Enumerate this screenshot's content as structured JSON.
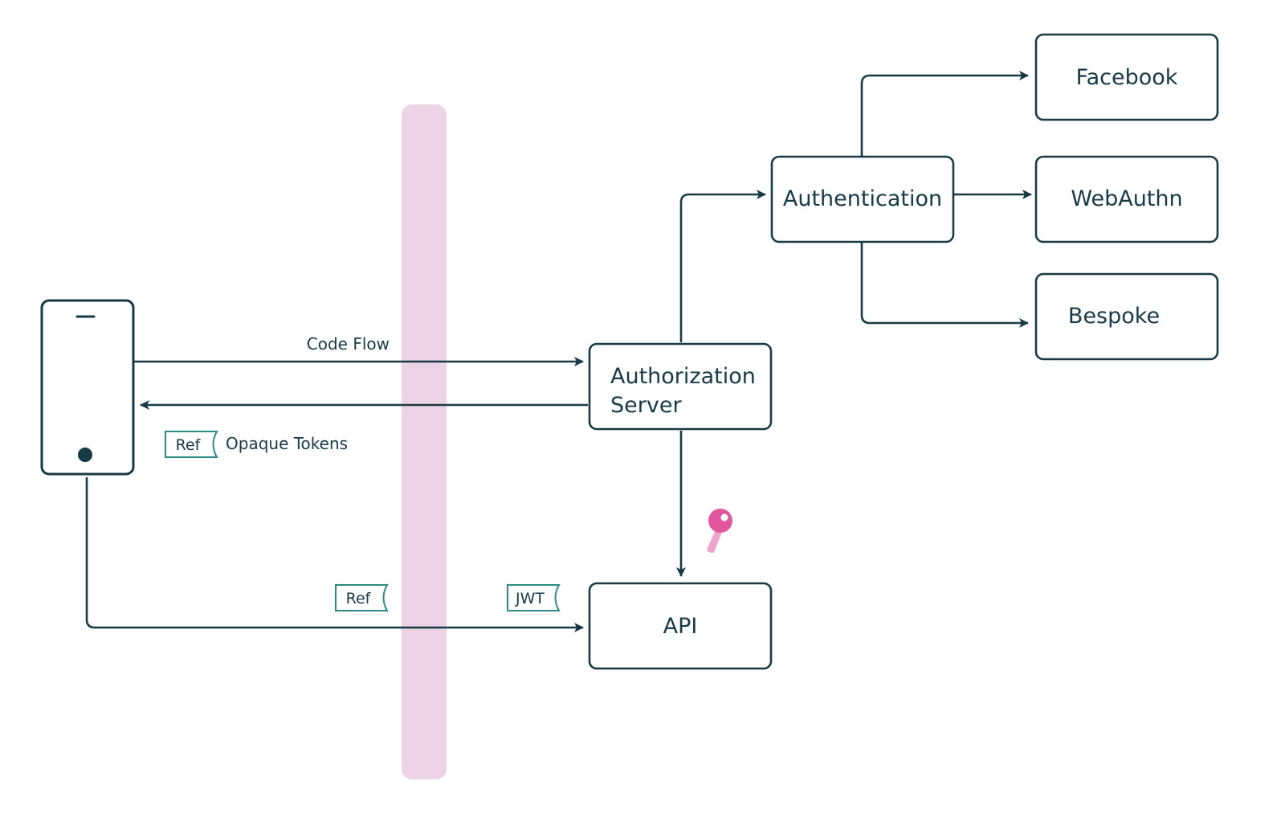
{
  "colors": {
    "ink": "#173a44",
    "boundary": "#ecd3e6",
    "tag_outline": "#2e8a80",
    "key": "#e0589b"
  },
  "nodes": {
    "facebook": "Facebook",
    "authentication": "Authentication",
    "webauthn": "WebAuthn",
    "bespoke": "Bespoke",
    "authorization_server_line1": "Authorization",
    "authorization_server_line2": "Server",
    "api": "API"
  },
  "edges": {
    "code_flow": "Code Flow",
    "opaque_tokens": "Opaque Tokens"
  },
  "tokens": {
    "ref_opaque": "Ref",
    "ref_request": "Ref",
    "jwt": "JWT"
  },
  "icons": {
    "client_device": "mobile-phone-icon",
    "key": "key-icon"
  }
}
